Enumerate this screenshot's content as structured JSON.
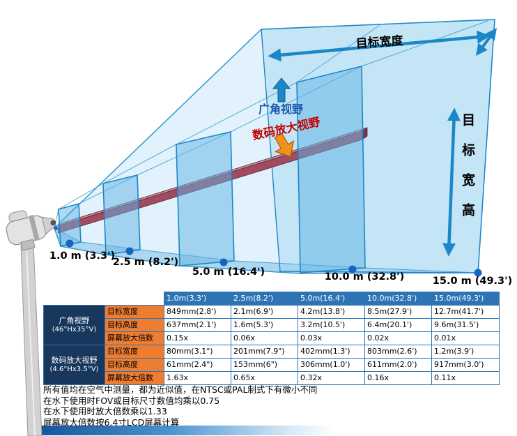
{
  "diagram": {
    "arrow_labels": {
      "target_width": "目标宽度",
      "target_height": "目标宽高"
    },
    "fov_labels": {
      "wide": "广角视野",
      "digital": "数码放大视野"
    },
    "distance_labels": [
      "1.0 m (3.3')",
      "2.5 m (8.2')",
      "5.0 m (16.4')",
      "10.0 m (32.8')",
      "15.0 m (49.3')"
    ]
  },
  "table": {
    "column_headers": [
      "1.0m(3.3')",
      "2.5m(8.2')",
      "5.0m(16.4')",
      "10.0m(32.8')",
      "15.0m(49.3')"
    ],
    "groups": [
      {
        "name": "广角视野",
        "spec": "(46°Hx35°V)"
      },
      {
        "name": "数码放大视野",
        "spec": "(4.6°Hx3.5°V)"
      }
    ],
    "rows": [
      {
        "label": "目标宽度",
        "values": [
          "849mm(2.8')",
          "2.1m(6.9')",
          "4.2m(13.8')",
          "8.5m(27.9')",
          "12.7m(41.7')"
        ]
      },
      {
        "label": "目标高度",
        "values": [
          "637mm(2.1')",
          "1.6m(5.3')",
          "3.2m(10.5')",
          "6.4m(20.1')",
          "9.6m(31.5')"
        ]
      },
      {
        "label": "屏幕放大倍数",
        "values": [
          "0.15x",
          "0.06x",
          "0.03x",
          "0.02x",
          "0.01x"
        ]
      },
      {
        "label": "目标宽度",
        "values": [
          "80mm(3.1\")",
          "201mm(7.9\")",
          "402mm(1.3')",
          "803mm(2.6')",
          "1.2m(3.9')"
        ]
      },
      {
        "label": "目标高度",
        "values": [
          "61mm(2.4\")",
          "153mm(6\")",
          "306mm(1.0')",
          "611mm(2.0')",
          "917mm(3.0')"
        ]
      },
      {
        "label": "屏幕放大倍数",
        "values": [
          "1.63x",
          "0.65x",
          "0.32x",
          "0.16x",
          "0.11x"
        ]
      }
    ]
  },
  "notes": [
    "所有值均在空气中测量，都为近似值，在NTSC或PAL制式下有微小不同",
    "在水下使用时FOV或目标尺寸数值均乘以0.75",
    "在水下使用时放大倍数乘以1.33",
    "屏幕放大倍数按6.4寸LCD屏幕计算"
  ],
  "colors": {
    "table_header_bg": "#2E74B5",
    "group_bg": "#17375D",
    "row_label_bg": "#ED7D31",
    "table_border": "#2E74B5",
    "arrow_blue": "#1B87C9",
    "wide_label_blue": "#1A56AE",
    "digital_label_red": "#C00000",
    "beam_maroon": "#A04B5F",
    "orange_arrow": "#F0921E",
    "plane_blue": "#5FB4E4"
  }
}
